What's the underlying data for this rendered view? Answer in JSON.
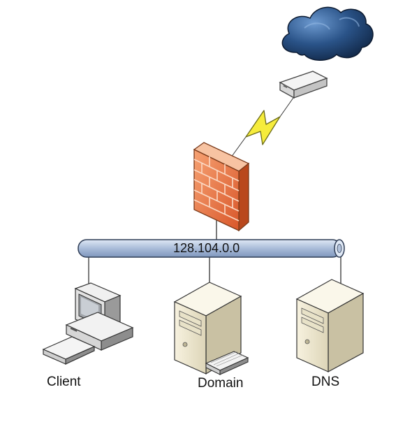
{
  "diagram": {
    "network_label": "128.104.0.0",
    "nodes": [
      {
        "id": "client",
        "label": "Client",
        "icon": "desktop-computer-icon"
      },
      {
        "id": "domain",
        "label": "Domain",
        "icon": "server-tower-icon"
      },
      {
        "id": "dns",
        "label": "DNS",
        "icon": "server-tower-icon"
      }
    ],
    "upstream": [
      {
        "id": "internet",
        "icon": "cloud-icon"
      },
      {
        "id": "modem",
        "icon": "modem-icon"
      },
      {
        "id": "wan-link",
        "icon": "lightning-link-icon"
      },
      {
        "id": "firewall",
        "icon": "firewall-icon"
      }
    ],
    "colors": {
      "bus": "#b8c8e0",
      "cloud": "#1f3f6a",
      "firewall": "#e8703a",
      "lightning": "#f4e93a",
      "server": "#efe9d4"
    }
  }
}
